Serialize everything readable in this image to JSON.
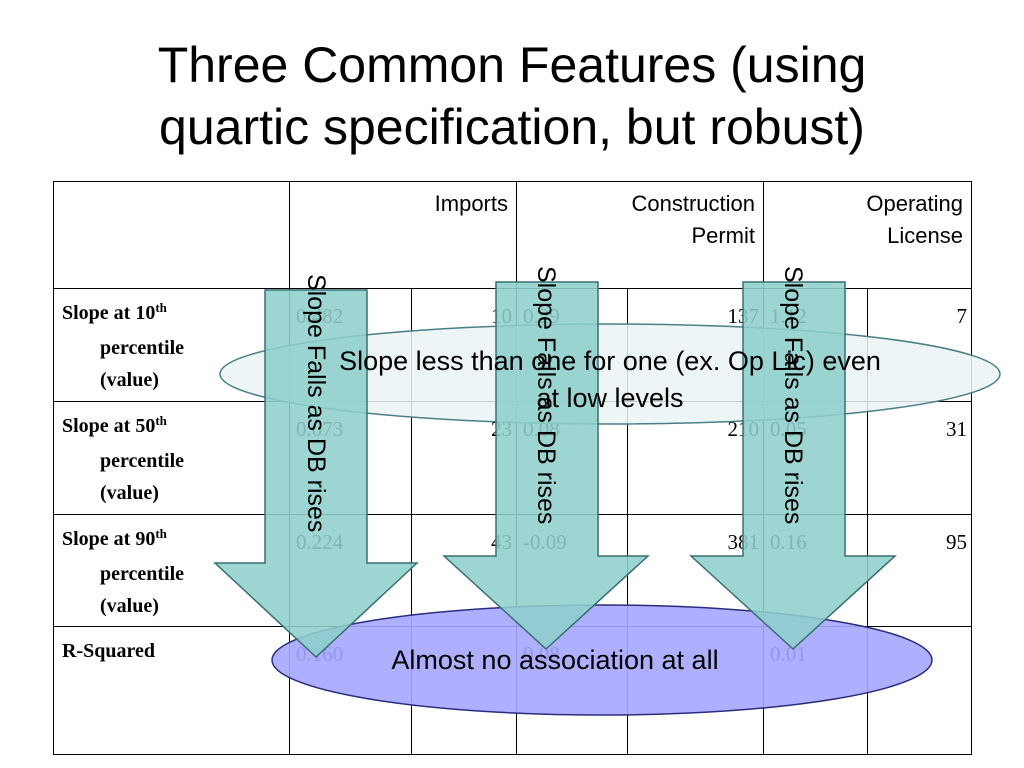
{
  "slide": {
    "title_line1": "Three Common Features (using",
    "title_line2": "quartic specification, but robust)"
  },
  "table": {
    "headers": {
      "imports": "Imports",
      "construction_line1": "Construction",
      "construction_line2": "Permit",
      "operating_line1": "Operating",
      "operating_line2": "License"
    },
    "rows": [
      {
        "label_pre": "Slope at 10",
        "label_sup": "th",
        "label_line2": "percentile",
        "label_line3": "(value)",
        "values": [
          "0.482",
          "10",
          "0.29",
          "137",
          "1.12",
          "7"
        ]
      },
      {
        "label_pre": "Slope at 50",
        "label_sup": "th",
        "label_line2": "percentile",
        "label_line3": "(value)",
        "values": [
          "0.073",
          "23",
          "0.08",
          "210",
          "0.05",
          "31"
        ]
      },
      {
        "label_pre": "Slope at 90",
        "label_sup": "th",
        "label_line2": "percentile",
        "label_line3": "(value)",
        "values": [
          "0.224",
          "43",
          "-0.09",
          "381",
          "0.16",
          "95"
        ]
      }
    ],
    "rsquared": {
      "label": "R-Squared",
      "values": [
        "0.160",
        "0.08",
        "0.01"
      ]
    }
  },
  "annotations": {
    "arrow_label": "Slope Falls as DB rises",
    "top_ellipse_line1": "Slope less than one for one (ex. Op Lic) even",
    "top_ellipse_line2": "at low levels",
    "bottom_ellipse": "Almost no association at all"
  },
  "colors": {
    "arrow_fill": "#8ecfcb",
    "top_ellipse_fill": "#eaf3f4",
    "bottom_ellipse_fill": "#a6a6ff"
  }
}
